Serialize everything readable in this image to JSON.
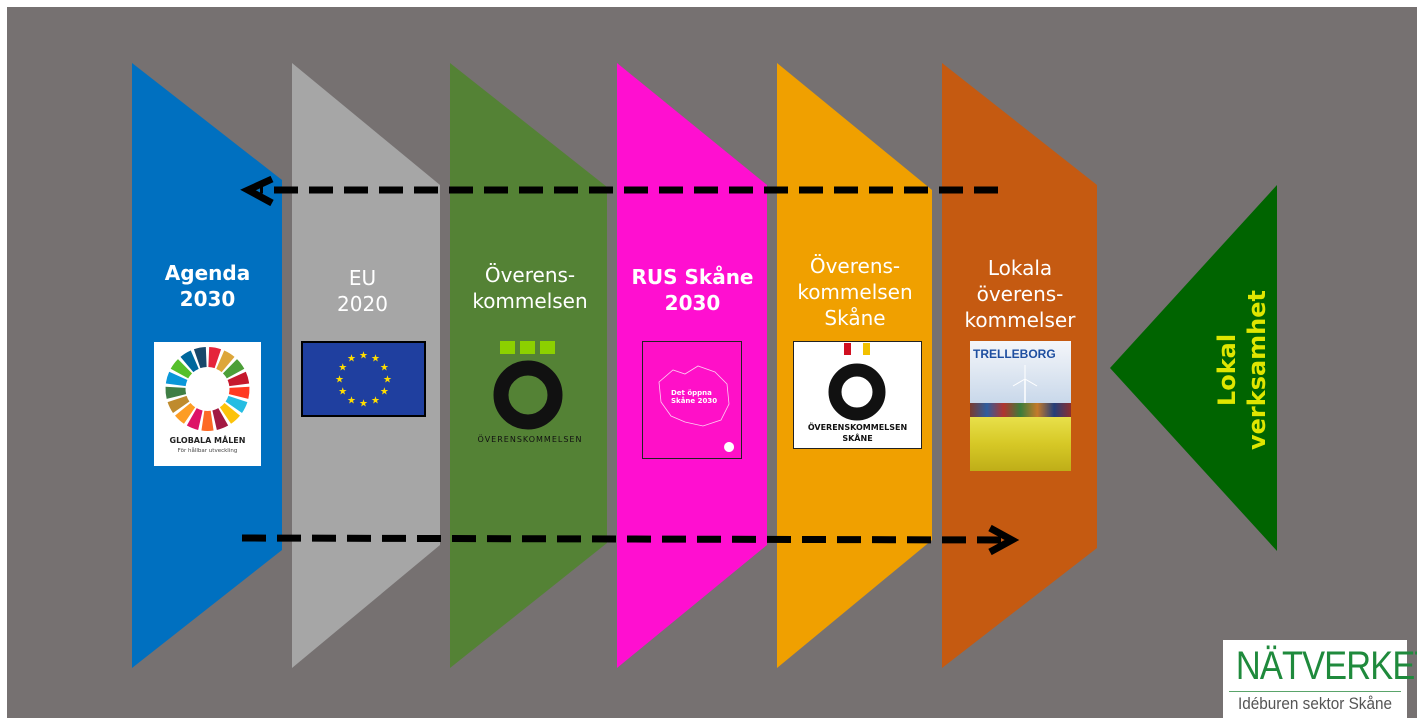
{
  "panels": [
    {
      "label_lines": [
        "Agenda",
        "2030"
      ],
      "color": "#0070c0",
      "bold": true
    },
    {
      "label_lines": [
        "EU",
        "2020"
      ],
      "color": "#a6a6a6",
      "bold": false
    },
    {
      "label_lines": [
        "Överens-",
        "kommelsen"
      ],
      "color": "#548235",
      "bold": false
    },
    {
      "label_lines": [
        "RUS Skåne",
        "2030"
      ],
      "color": "#ff0fd0",
      "bold": true
    },
    {
      "label_lines": [
        "Överens-",
        "kommelsen",
        "Skåne"
      ],
      "color": "#f0a000",
      "bold": false
    },
    {
      "label_lines": [
        "Lokala",
        "överens-",
        "kommelser"
      ],
      "color": "#c55a11",
      "bold": false
    }
  ],
  "logos": {
    "globala": {
      "title": "GLOBALA MÅLEN",
      "subtitle": "För hållbar utveckling"
    },
    "eu": {
      "color": "#1f3f9f",
      "star_color": "#ffdd00"
    },
    "overenskommelsen": {
      "text": "ÖVERENSKOMMELSEN"
    },
    "rus": {
      "text": "Det öppna Skåne 2030"
    },
    "overenskommelsen_skane": {
      "line1": "ÖVERENSKOMMELSEN",
      "line2": "SKÅNE"
    },
    "trelleborg": {
      "title": "TRELLEBORG"
    }
  },
  "lokal": {
    "lines": [
      "Lokal",
      "verksamhet"
    ],
    "color": "#006400",
    "text_color": "#dfe600"
  },
  "background": "#767171",
  "brand": {
    "name": "NÄTVERKET",
    "tagline": "Idéburen sektor Skåne"
  }
}
